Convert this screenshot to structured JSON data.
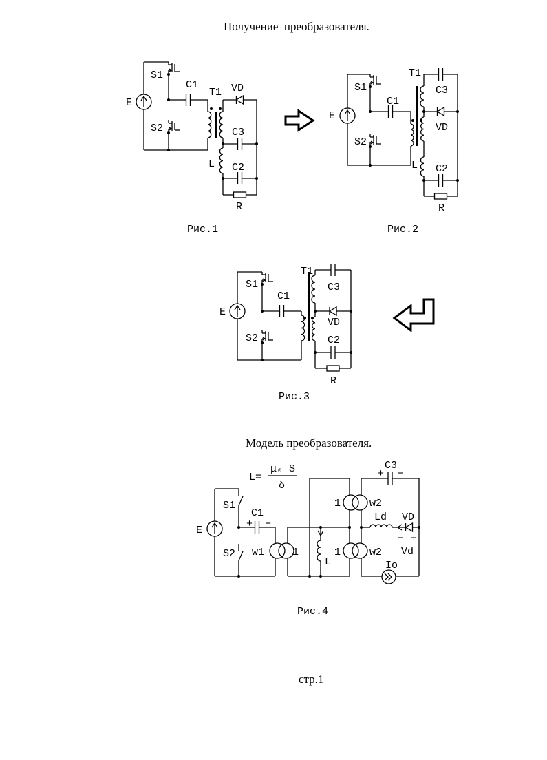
{
  "page": {
    "title": "Получение  преобразователя.",
    "model_title": "Модель преобразователя.",
    "page_number": "стр.1"
  },
  "fig1": {
    "caption": "Рис.1",
    "S1": "S1",
    "S2": "S2",
    "C1": "C1",
    "T1": "T1",
    "VD": "VD",
    "E": "E",
    "C3": "C3",
    "L": "L",
    "C2": "C2",
    "R": "R"
  },
  "fig2": {
    "caption": "Рис.2",
    "S1": "S1",
    "S2": "S2",
    "C1": "C1",
    "T1": "T1",
    "VD": "VD",
    "E": "E",
    "C3": "C3",
    "L": "L",
    "C2": "C2",
    "R": "R"
  },
  "fig3": {
    "caption": "Рис.3",
    "S1": "S1",
    "S2": "S2",
    "C1": "C1",
    "T1": "T1",
    "VD": "VD",
    "E": "E",
    "C3": "C3",
    "C2": "C2",
    "R": "R"
  },
  "fig4": {
    "caption": "Рис.4",
    "formula_lhs": "L=",
    "formula_num": "μ₀ S",
    "formula_den": "δ",
    "S1": "S1",
    "S2": "S2",
    "C1": "C1",
    "E": "E",
    "w1": "w1",
    "one_a": "1",
    "one_b": "1",
    "one_c": "1",
    "w2_top": "w2",
    "w2_bottom": "w2",
    "L": "L",
    "Ld": "Ld",
    "VD": "VD",
    "Vd": "Vd",
    "Io": "Io",
    "C3": "C3",
    "plus": "+",
    "minus": "−"
  }
}
